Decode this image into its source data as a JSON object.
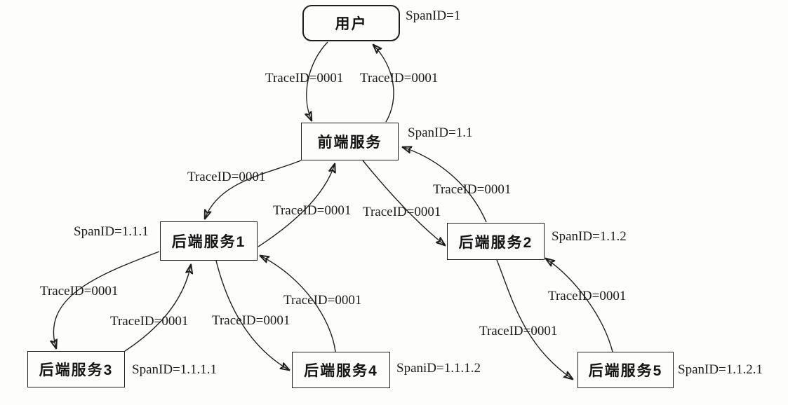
{
  "diagram": {
    "description": "Distributed tracing call graph: TraceID propagation and SpanID hierarchy across services",
    "nodes": {
      "user": {
        "label": "用户",
        "span_label": "SpanID=1"
      },
      "frontend": {
        "label": "前端服务",
        "span_label": "SpanID=1.1"
      },
      "backend1": {
        "label": "后端服务1",
        "span_label": "SpanID=1.1.1"
      },
      "backend2": {
        "label": "后端服务2",
        "span_label": "SpanID=1.1.2"
      },
      "backend3": {
        "label": "后端服务3",
        "span_label": "SpanID=1.1.1.1"
      },
      "backend4": {
        "label": "后端服务4",
        "span_label": "SpaniD=1.1.1.2"
      },
      "backend5": {
        "label": "后端服务5",
        "span_label": "SpanID=1.1.2.1"
      }
    },
    "edges": [
      {
        "from": "user",
        "to": "frontend",
        "label": "TraceID=0001"
      },
      {
        "from": "frontend",
        "to": "user",
        "label": "TraceID=0001"
      },
      {
        "from": "frontend",
        "to": "backend1",
        "label": "TraceID=0001"
      },
      {
        "from": "backend1",
        "to": "frontend",
        "label": "TraceID=0001"
      },
      {
        "from": "frontend",
        "to": "backend2",
        "label": "TraceID=0001"
      },
      {
        "from": "backend2",
        "to": "frontend",
        "label": "TraceID=0001"
      },
      {
        "from": "backend1",
        "to": "backend3",
        "label": "TraceID=0001"
      },
      {
        "from": "backend3",
        "to": "backend1",
        "label": "TraceID=0001"
      },
      {
        "from": "backend1",
        "to": "backend4",
        "label": "TraceID=0001"
      },
      {
        "from": "backend4",
        "to": "backend1",
        "label": "TraceID=0001"
      },
      {
        "from": "backend2",
        "to": "backend5",
        "label": "TraceID=0001"
      },
      {
        "from": "backend5",
        "to": "backend2",
        "label": "TraceID=0001"
      }
    ],
    "colors": {
      "ink": "#1e1e1e",
      "paper": "#fdfdfc"
    }
  }
}
